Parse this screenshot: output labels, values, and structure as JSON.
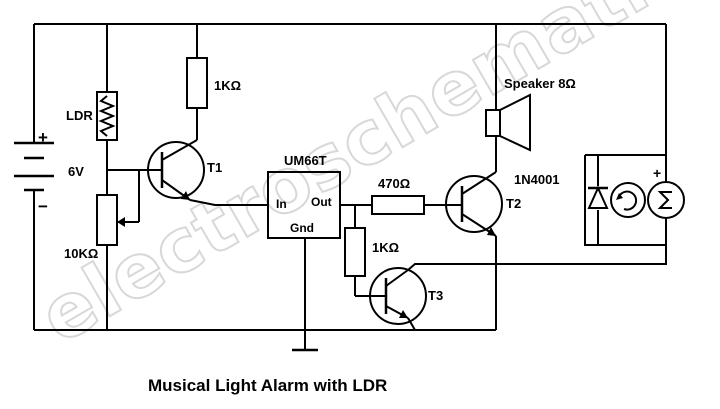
{
  "labels": {
    "ldr": "LDR",
    "supply": "6V",
    "pot": "10KΩ",
    "r1": "1KΩ",
    "t1": "T1",
    "ic": "UM66T",
    "ic_in": "In",
    "ic_out": "Out",
    "ic_gnd": "Gnd",
    "r2": "470Ω",
    "r3": "1KΩ",
    "t2": "T2",
    "t3": "T3",
    "speaker": "Speaker 8Ω",
    "diode": "1N4001",
    "plus_batt": "+",
    "minus_batt": "−",
    "plus_motor": "+"
  },
  "title": "Musical Light Alarm with LDR",
  "watermark": "electroschematics.com"
}
